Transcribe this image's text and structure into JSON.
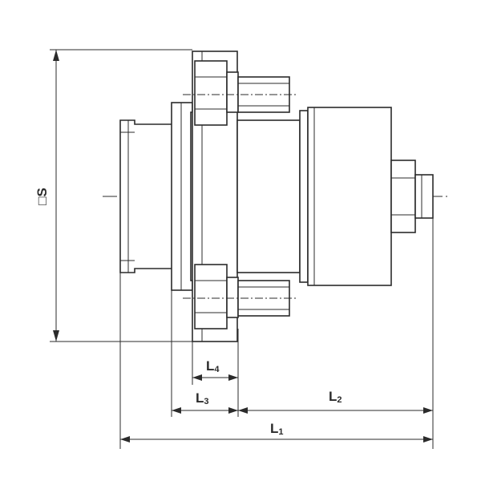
{
  "labels": {
    "s": "□S",
    "l1": {
      "main": "L",
      "sub": "1"
    },
    "l2": {
      "main": "L",
      "sub": "2"
    },
    "l3": {
      "main": "L",
      "sub": "3"
    },
    "l4": {
      "main": "L",
      "sub": "4"
    }
  }
}
